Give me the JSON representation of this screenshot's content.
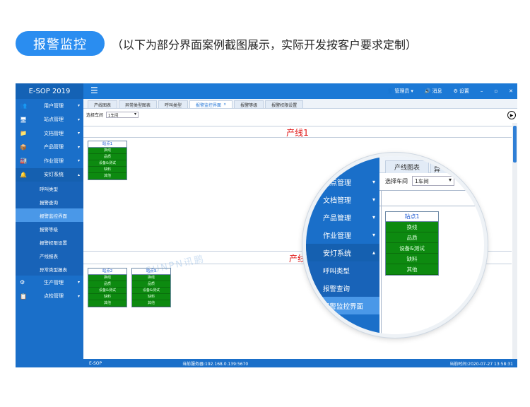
{
  "header": {
    "badge": "报警监控",
    "subtitle": "（以下为部分界面案例截图展示，实际开发按客户要求定制）"
  },
  "app": {
    "brand": "E-SOP 2019",
    "menu_toggle": "☰",
    "top_right": {
      "admin_label": "管理员",
      "messages_label": "消息",
      "settings_label": "设置"
    },
    "sidebar": {
      "items": [
        {
          "icon": "users-icon",
          "glyph": "👥",
          "label": "用户管理"
        },
        {
          "icon": "monitor-icon",
          "glyph": "🖥",
          "label": "站点管理"
        },
        {
          "icon": "folder-icon",
          "glyph": "📁",
          "label": "文档管理"
        },
        {
          "icon": "box-icon",
          "glyph": "📦",
          "label": "产品管理"
        },
        {
          "icon": "factory-icon",
          "glyph": "🏭",
          "label": "作业管理"
        },
        {
          "icon": "bell-icon",
          "glyph": "🔔",
          "label": "安灯系统"
        }
      ],
      "andon_children": [
        "呼叫类型",
        "报警查询",
        "报警监控界面",
        "报警等级",
        "报警权限设置",
        "产线报表",
        "异常类型报表"
      ],
      "bottom_items": [
        {
          "icon": "gear-icon",
          "glyph": "⚙",
          "label": "生产管理"
        },
        {
          "icon": "checklist-icon",
          "glyph": "📋",
          "label": "点检管理"
        }
      ]
    },
    "tabs": [
      "产线图表",
      "异常类型图表",
      "呼叫类型",
      "报警监控界面",
      "报警等级",
      "报警权限设置"
    ],
    "filter": {
      "label": "选择车间",
      "value": "1车间"
    },
    "lines": [
      {
        "title": "产线1"
      },
      {
        "title": "产线"
      }
    ],
    "station_rows": [
      "换线",
      "品质",
      "设备&测试",
      "缺料",
      "其他"
    ],
    "stations": [
      "站点1",
      "站点2",
      "站点3"
    ],
    "statusbar": {
      "app": "E-SOP",
      "server": "当前服务器:192.168.0.139:5670",
      "time": "当前时间:2020-07-27 13:58:31"
    }
  },
  "magnifier": {
    "tab": "产线图表",
    "tab_partial": "异",
    "filter_label": "选择车间",
    "filter_value": "1车间",
    "menu": [
      "站点管理",
      "文档管理",
      "产品管理",
      "作业管理",
      "安灯系统",
      "呼叫类型",
      "报警查询",
      "报警监控界面"
    ],
    "station": "站点1",
    "rows": [
      "换线",
      "品质",
      "设备&测试",
      "缺料",
      "其他"
    ]
  },
  "watermark": "SUNPN讯鹏",
  "colors": {
    "accent_blue": "#2a8df0",
    "sidebar_blue": "#1a6fc9",
    "alarm_red": "#e01414",
    "status_green": "#0d8a10"
  }
}
